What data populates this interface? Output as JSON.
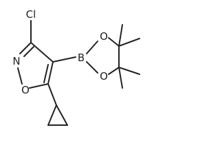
{
  "molecule": {
    "atoms": {
      "cl": "Cl",
      "n": "N",
      "o_ring": "O",
      "b": "B",
      "o_upper": "O",
      "o_lower": "O"
    }
  },
  "colors": {
    "bond": "#222222",
    "label": "#222222",
    "background": "#ffffff"
  }
}
